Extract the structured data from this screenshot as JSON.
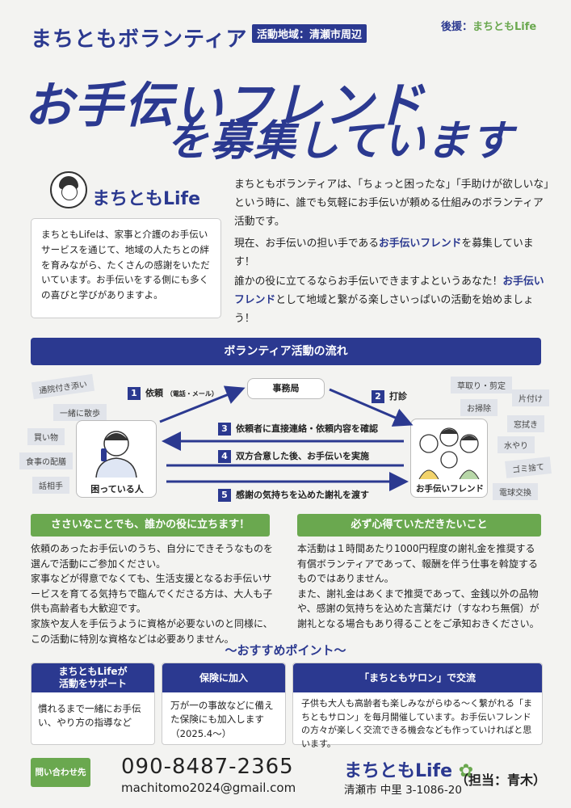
{
  "header": {
    "brand": "まちともボランティア",
    "area": "活動地域：清瀬市周辺",
    "sponsor_label": "後援：",
    "sponsor_name": "まちともLife",
    "title_line1": "お手伝いフレンド",
    "title_line2": "を募集しています"
  },
  "intro": {
    "logo": "まちともLife",
    "box_text": "まちともLifeは、家事と介護のお手伝いサービスを通じて、地域の人たちとの絆を育みながら、たくさんの感謝をいただいています。お手伝いをする側にも多くの喜びと学びがありますよ。",
    "p1": "まちともボランティアは、「ちょっと困ったな」「手助けが欲しいな」という時に、誰でも気軽にお手伝いが頼める仕組みのボランティア活動です。",
    "p2_a": "現在、お手伝いの担い手である",
    "p2_b": "お手伝いフレンド",
    "p2_c": "を募集しています！",
    "p3_a": "誰かの役に立てるならお手伝いできますよというあなた！",
    "p3_b": "お手伝いフレンド",
    "p3_c": "として地域と繋がる楽しさいっぱいの活動を始めましょう！"
  },
  "flow": {
    "title": "ボランティア活動の流れ",
    "office": "事務局",
    "client": "困っている人",
    "friend": "お手伝いフレンド",
    "left_tags": [
      "通院付き添い",
      "一緒に散歩",
      "買い物",
      "食事の配膳",
      "話相手"
    ],
    "right_tags": [
      "草取り・剪定",
      "お掃除",
      "片付け",
      "窓拭き",
      "水やり",
      "ゴミ捨て",
      "電球交換"
    ],
    "steps": [
      {
        "num": "1",
        "text": "依頼",
        "sub": "（電話・メール）"
      },
      {
        "num": "2",
        "text": "打診"
      },
      {
        "num": "3",
        "text": "依頼者に直接連絡・依頼内容を確認"
      },
      {
        "num": "4",
        "text": "双方合意した後、お手伝いを実施"
      },
      {
        "num": "5",
        "text": "感謝の気持ちを込めた謝礼を渡す"
      }
    ]
  },
  "points": {
    "left_title": "ささいなことでも、誰かの役に立ちます！",
    "left_text": "依頼のあったお手伝いのうち、自分にできそうなものを選んで活動にご参加ください。\n家事などが得意でなくても、生活支援となるお手伝いサービスを育てる気持ちで臨んでくださる方は、大人も子供も高齢者も大歓迎です。\n家族や友人を手伝うように資格が必要ないのと同様に、この活動に特別な資格などは必要ありません。",
    "right_title": "必ず心得ていただきたいこと",
    "right_text": "本活動は１時間あたり1000円程度の謝礼金を推奨する有償ボランティアであって、報酬を伴う仕事を斡旋するものではありません。\nまた、謝礼金はあくまで推奨であって、金銭以外の品物や、感謝の気持ちを込めた言葉だけ（すなわち無償）が謝礼となる場合もあり得ることをご承知おきください。"
  },
  "recommend": {
    "title": "〜おすすめポイント〜",
    "cards": [
      {
        "head": "まちともLifeが\n活動をサポート",
        "body": "慣れるまで一緒にお手伝い、やり方の指導など"
      },
      {
        "head": "保険に加入",
        "body": "万が一の事故などに備えた保険にも加入します\n（2025.4〜）"
      },
      {
        "head": "「まちともサロン」で交流",
        "body": "子供も大人も高齢者も楽しみながらゆる〜く繋がれる「まちともサロン」を毎月開催しています。お手伝いフレンドの方々が楽しく交流できる機会なども作っていければと思います。"
      }
    ]
  },
  "footer": {
    "contact_label": "問い合わせ先",
    "phone": "090-8487-2365",
    "email": "machitomo2024@gmail.com",
    "logo": "まちともLife",
    "address": "清瀬市 中里 3-1086-20",
    "person": "（担当：青木）"
  },
  "colors": {
    "navy": "#2b3990",
    "green": "#6aa84f"
  }
}
